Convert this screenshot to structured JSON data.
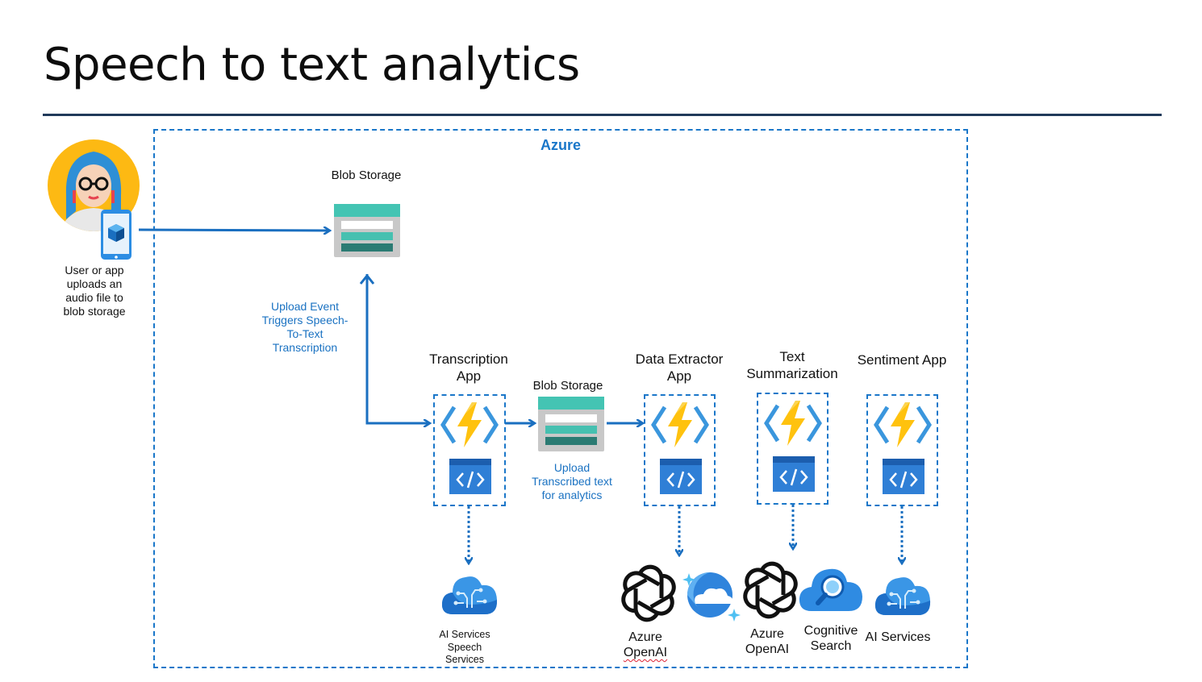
{
  "title": "Speech to text analytics",
  "azure_label": "Azure",
  "user": {
    "caption_lines": [
      "User or app",
      "uploads an",
      "audio file to",
      "blob storage"
    ]
  },
  "blob_storage_top": {
    "label": "Blob Storage"
  },
  "upload_event_note": [
    "Upload Event",
    "Triggers Speech-",
    "To-Text",
    "Transcription"
  ],
  "transcription_app": {
    "label_lines": [
      "Transcription",
      "App"
    ]
  },
  "blob_storage_mid": {
    "label": "Blob Storage"
  },
  "upload_transcribed_note": [
    "Upload",
    "Transcribed text",
    "for analytics"
  ],
  "data_extractor_app": {
    "label_lines": [
      "Data Extractor",
      "App"
    ]
  },
  "text_summarization": {
    "label_lines": [
      "Text",
      "Summarization"
    ]
  },
  "sentiment_app": {
    "label": "Sentiment App"
  },
  "services": {
    "ai_speech": [
      "AI Services",
      "Speech",
      "Services"
    ],
    "azure_openai_1": [
      "Azure",
      "OpenAI"
    ],
    "azure_openai_2": [
      "Azure",
      "OpenAI"
    ],
    "cognitive_search": [
      "Cognitive",
      "Search"
    ],
    "ai_services": "AI Services"
  },
  "colors": {
    "accent": "#1a77c9",
    "rule": "#203a5a",
    "function_yellow": "#ffc20e",
    "storage_teal": "#3fc0b0"
  },
  "icons": [
    "user-avatar-icon",
    "phone-cube-icon",
    "blob-storage-icon",
    "azure-function-icon",
    "code-window-icon",
    "ai-services-cloud-icon",
    "openai-logo-icon",
    "cosmos-db-icon",
    "cognitive-search-icon"
  ]
}
